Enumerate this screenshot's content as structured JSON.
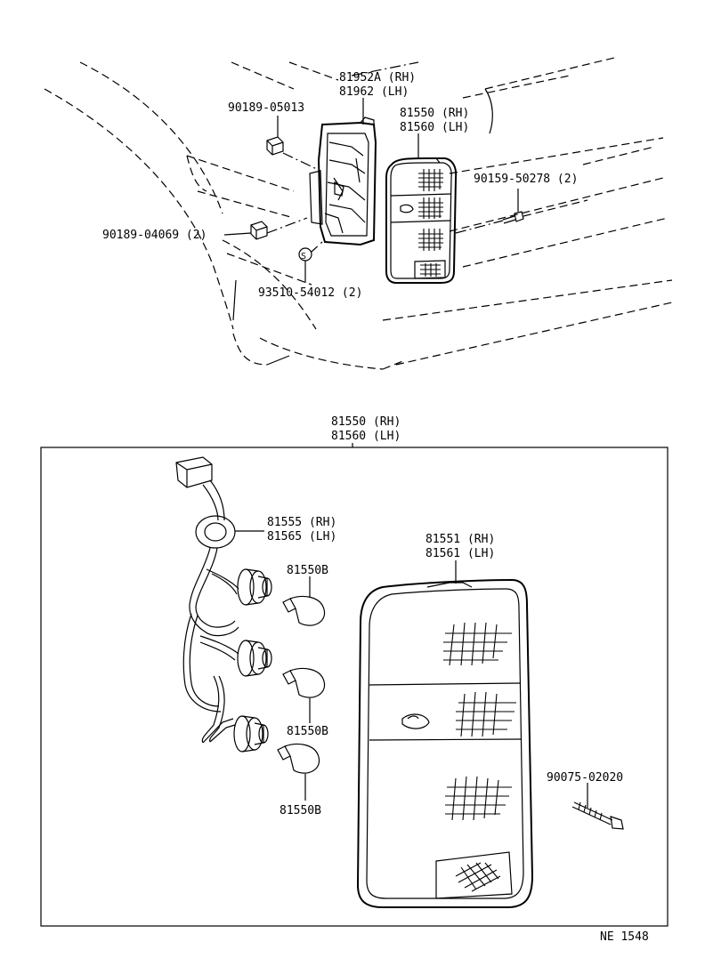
{
  "upper_view": {
    "labels": {
      "housing_rh": "81952A (RH)",
      "housing_lh": "81962  (LH)",
      "clip_upper": "90189-05013",
      "lamp_rh": "81550 (RH)",
      "lamp_lh": "81560 (LH)",
      "screw_upper": "90159-50278 (2)",
      "clip_lower": "90189-04069 (2)",
      "nut": "93510-54012 (2)",
      "nut_symbol": "S"
    }
  },
  "lower_view": {
    "header_rh": "81550 (RH)",
    "header_lh": "81560 (LH)",
    "labels": {
      "socket_rh": "81555 (RH)",
      "socket_lh": "81565 (LH)",
      "bulb_1": "81550B",
      "bulb_2": "81550B",
      "bulb_3": "81550B",
      "lens_rh": "81551 (RH)",
      "lens_lh": "81561 (LH)",
      "screw": "90075-02020"
    }
  },
  "figure_code": "NE  1548"
}
